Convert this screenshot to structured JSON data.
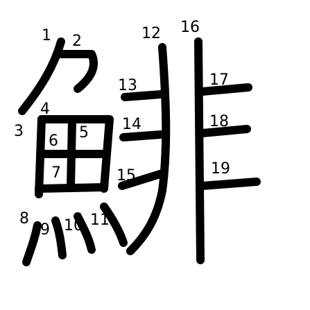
{
  "diagram": {
    "character": "鯡",
    "stroke_numbers": [
      "1",
      "2",
      "3",
      "4",
      "5",
      "6",
      "7",
      "8",
      "9",
      "10",
      "11",
      "12",
      "13",
      "14",
      "15",
      "16",
      "17",
      "18",
      "19"
    ]
  }
}
